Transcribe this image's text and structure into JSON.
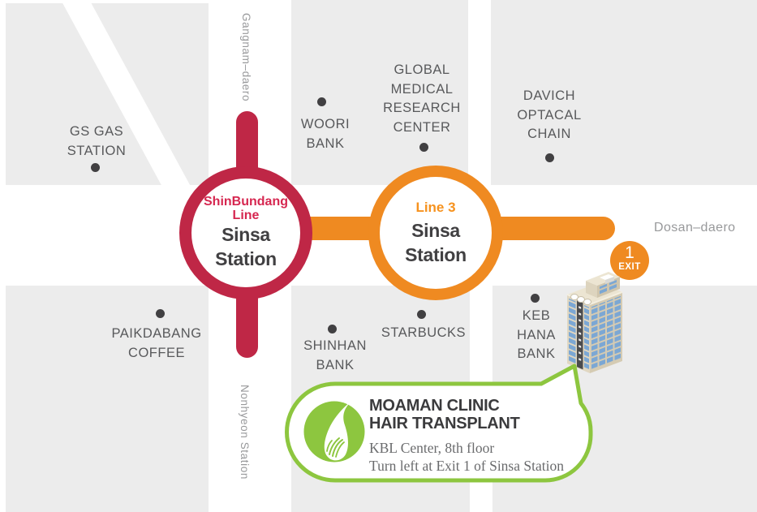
{
  "colors": {
    "red": "#bf2746",
    "red_text": "#d62750",
    "orange": "#ef8a21",
    "orange_text": "#f6921e",
    "green": "#8dc63f",
    "block": "#ececec",
    "label": "#58595b",
    "station": "#414042",
    "road_label": "#98999b",
    "dot": "#414042",
    "title": "#3b3b3d",
    "detail": "#6a6b6d"
  },
  "map": {
    "road_labels": {
      "gangnam": "Gangnam–daero",
      "nonhyeon": "Nonhyeon Station",
      "dosan": "Dosan–daero"
    },
    "stations": {
      "shinbundang": {
        "line_name_1": "ShinBundang",
        "line_name_2": "Line",
        "station_1": "Sinsa",
        "station_2": "Station"
      },
      "line3": {
        "line_name": "Line 3",
        "station_1": "Sinsa",
        "station_2": "Station"
      }
    },
    "exit": {
      "number": "1",
      "label": "EXIT"
    },
    "places": {
      "gs_gas_station": [
        "GS GAS",
        "STATION"
      ],
      "woori_bank": [
        "WOORI",
        "BANK"
      ],
      "global_medical_research_center": [
        "GLOBAL",
        "MEDICAL",
        "RESEARCH",
        "CENTER"
      ],
      "davich_optical_chain": [
        "DAVICH",
        "OPTACAL",
        "CHAIN"
      ],
      "paikdabang_coffee": [
        "PAIKDABANG",
        "COFFEE"
      ],
      "shinhan_bank": [
        "SHINHAN",
        "BANK"
      ],
      "starbucks": [
        "STARBUCKS"
      ],
      "keb_hana_bank": [
        "KEB",
        "HANA",
        "BANK"
      ]
    }
  },
  "clinic": {
    "name_line_1": "MOAMAN CLINIC",
    "name_line_2": "HAIR TRANSPLANT",
    "address": "KBL Center, 8th floor",
    "directions": "Turn left at Exit 1 of Sinsa Station"
  }
}
